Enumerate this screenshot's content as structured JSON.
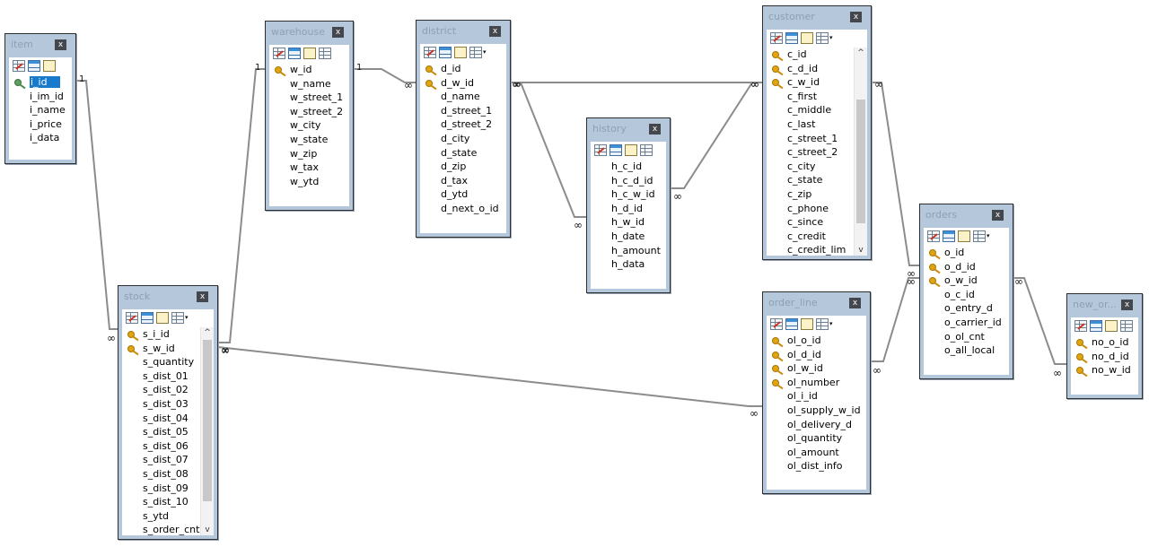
{
  "tables": [
    {
      "id": "item",
      "title": "item",
      "fields": [
        {
          "name": "i_id",
          "key": "index",
          "selected": true
        },
        {
          "name": "i_im_id"
        },
        {
          "name": "i_name"
        },
        {
          "name": "i_price"
        },
        {
          "name": "i_data"
        }
      ],
      "toolbar": [
        "design-table-icon",
        "table-properties-icon",
        "copy-icon"
      ]
    },
    {
      "id": "warehouse",
      "title": "warehouse",
      "fields": [
        {
          "name": "w_id",
          "key": "primary"
        },
        {
          "name": "w_name"
        },
        {
          "name": "w_street_1"
        },
        {
          "name": "w_street_2"
        },
        {
          "name": "w_city"
        },
        {
          "name": "w_state"
        },
        {
          "name": "w_zip"
        },
        {
          "name": "w_tax"
        },
        {
          "name": "w_ytd"
        }
      ],
      "toolbar": [
        "design-table-icon",
        "table-properties-icon",
        "copy-icon",
        "view-mode-icon"
      ]
    },
    {
      "id": "district",
      "title": "district",
      "fields": [
        {
          "name": "d_id",
          "key": "primary"
        },
        {
          "name": "d_w_id",
          "key": "primary"
        },
        {
          "name": "d_name"
        },
        {
          "name": "d_street_1"
        },
        {
          "name": "d_street_2"
        },
        {
          "name": "d_city"
        },
        {
          "name": "d_state"
        },
        {
          "name": "d_zip"
        },
        {
          "name": "d_tax"
        },
        {
          "name": "d_ytd"
        },
        {
          "name": "d_next_o_id"
        }
      ],
      "toolbar": [
        "design-table-icon",
        "table-properties-icon",
        "copy-icon",
        "view-mode-icon"
      ],
      "dropdown": "▾"
    },
    {
      "id": "history",
      "title": "history",
      "fields": [
        {
          "name": "h_c_id"
        },
        {
          "name": "h_c_d_id"
        },
        {
          "name": "h_c_w_id"
        },
        {
          "name": "h_d_id"
        },
        {
          "name": "h_w_id"
        },
        {
          "name": "h_date"
        },
        {
          "name": "h_amount"
        },
        {
          "name": "h_data"
        }
      ],
      "toolbar": [
        "design-table-icon",
        "table-properties-icon",
        "copy-icon",
        "view-mode-icon"
      ]
    },
    {
      "id": "customer",
      "title": "customer",
      "fields": [
        {
          "name": "c_id",
          "key": "primary"
        },
        {
          "name": "c_d_id",
          "key": "primary"
        },
        {
          "name": "c_w_id",
          "key": "primary"
        },
        {
          "name": "c_first"
        },
        {
          "name": "c_middle"
        },
        {
          "name": "c_last"
        },
        {
          "name": "c_street_1"
        },
        {
          "name": "c_street_2"
        },
        {
          "name": "c_city"
        },
        {
          "name": "c_state"
        },
        {
          "name": "c_zip"
        },
        {
          "name": "c_phone"
        },
        {
          "name": "c_since"
        },
        {
          "name": "c_credit"
        },
        {
          "name": "c_credit_lim"
        }
      ],
      "toolbar": [
        "design-table-icon",
        "table-properties-icon",
        "copy-icon",
        "view-mode-icon"
      ],
      "dropdown": "▾",
      "scrollbar": true
    },
    {
      "id": "stock",
      "title": "stock",
      "fields": [
        {
          "name": "s_i_id",
          "key": "primary"
        },
        {
          "name": "s_w_id",
          "key": "primary"
        },
        {
          "name": "s_quantity"
        },
        {
          "name": "s_dist_01"
        },
        {
          "name": "s_dist_02"
        },
        {
          "name": "s_dist_03"
        },
        {
          "name": "s_dist_04"
        },
        {
          "name": "s_dist_05"
        },
        {
          "name": "s_dist_06"
        },
        {
          "name": "s_dist_07"
        },
        {
          "name": "s_dist_08"
        },
        {
          "name": "s_dist_09"
        },
        {
          "name": "s_dist_10"
        },
        {
          "name": "s_ytd"
        },
        {
          "name": "s_order_cnt"
        }
      ],
      "toolbar": [
        "design-table-icon",
        "table-properties-icon",
        "copy-icon",
        "view-mode-icon"
      ],
      "dropdown": "▾",
      "scrollbar": true
    },
    {
      "id": "order_line",
      "title": "order_line",
      "fields": [
        {
          "name": "ol_o_id",
          "key": "primary"
        },
        {
          "name": "ol_d_id",
          "key": "primary"
        },
        {
          "name": "ol_w_id",
          "key": "primary"
        },
        {
          "name": "ol_number",
          "key": "primary"
        },
        {
          "name": "ol_i_id"
        },
        {
          "name": "ol_supply_w_id"
        },
        {
          "name": "ol_delivery_d"
        },
        {
          "name": "ol_quantity"
        },
        {
          "name": "ol_amount"
        },
        {
          "name": "ol_dist_info"
        }
      ],
      "toolbar": [
        "design-table-icon",
        "table-properties-icon",
        "copy-icon",
        "view-mode-icon"
      ],
      "dropdown": "▾"
    },
    {
      "id": "orders",
      "title": "orders",
      "fields": [
        {
          "name": "o_id",
          "key": "primary"
        },
        {
          "name": "o_d_id",
          "key": "primary"
        },
        {
          "name": "o_w_id",
          "key": "primary"
        },
        {
          "name": "o_c_id"
        },
        {
          "name": "o_entry_d"
        },
        {
          "name": "o_carrier_id"
        },
        {
          "name": "o_ol_cnt"
        },
        {
          "name": "o_all_local"
        }
      ],
      "toolbar": [
        "design-table-icon",
        "table-properties-icon",
        "copy-icon",
        "view-mode-icon"
      ],
      "dropdown": "▾"
    },
    {
      "id": "new_orders",
      "title": "new_or...",
      "fields": [
        {
          "name": "no_o_id",
          "key": "primary"
        },
        {
          "name": "no_d_id",
          "key": "primary"
        },
        {
          "name": "no_w_id",
          "key": "primary"
        }
      ],
      "toolbar": [
        "design-table-icon",
        "table-properties-icon",
        "copy-icon",
        "view-mode-icon"
      ]
    }
  ],
  "close_label": "x",
  "cardinality": {
    "one": "1",
    "many": "∞"
  },
  "relationships": [
    {
      "from": "item",
      "from_card": "one",
      "to": "stock",
      "to_card": "many"
    },
    {
      "from": "warehouse",
      "from_card": "one",
      "to": "stock",
      "to_card": "many"
    },
    {
      "from": "warehouse",
      "from_card": "one",
      "to": "district",
      "to_card": "many"
    },
    {
      "from": "district",
      "from_card": "many",
      "to": "customer",
      "to_card": "many"
    },
    {
      "from": "district",
      "from_card": "many",
      "to": "history",
      "to_card": "many"
    },
    {
      "from": "customer",
      "from_card": "many",
      "to": "history",
      "to_card": "many"
    },
    {
      "from": "customer",
      "from_card": "many",
      "to": "orders",
      "to_card": "many"
    },
    {
      "from": "stock",
      "from_card": "many",
      "to": "order_line",
      "to_card": "many"
    },
    {
      "from": "order_line",
      "from_card": "many",
      "to": "orders",
      "to_card": "many"
    },
    {
      "from": "orders",
      "from_card": "many",
      "to": "new_orders",
      "to_card": "many"
    }
  ]
}
